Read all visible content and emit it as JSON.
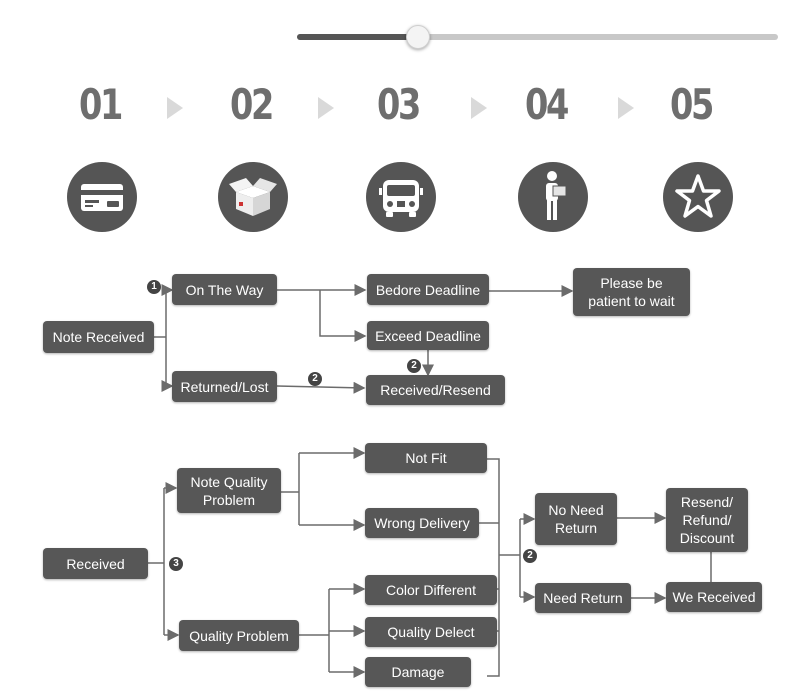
{
  "slider": {
    "value_fraction": 0.25
  },
  "steps": [
    {
      "number": "01",
      "icon": "credit-card-icon"
    },
    {
      "number": "02",
      "icon": "open-box-icon"
    },
    {
      "number": "03",
      "icon": "bus-icon"
    },
    {
      "number": "04",
      "icon": "delivery-person-icon"
    },
    {
      "number": "05",
      "icon": "star-icon"
    }
  ],
  "flow1": {
    "note_received": "Note Received",
    "on_the_way": "On The Way",
    "returned_lost": "Returned/Lost",
    "before_deadline": "Bedore Deadline",
    "exceed_deadline": "Exceed Deadline",
    "received_resend": "Received/Resend",
    "please_wait": "Please be\npatient to wait",
    "badge_1": "1",
    "badge_2a": "2",
    "badge_2b": "2"
  },
  "flow2": {
    "received": "Received",
    "note_quality_problem": "Note Quality\nProblem",
    "quality_problem": "Quality Problem",
    "not_fit": "Not Fit",
    "wrong_delivery": "Wrong Delivery",
    "color_different": "Color Different",
    "quality_defect": "Quality Delect",
    "damage": "Damage",
    "no_need_return": "No Need\nReturn",
    "need_return": "Need Return",
    "resend_refund_discount": "Resend/\nRefund/\nDiscount",
    "we_received": "We Received",
    "badge_3": "3",
    "badge_2": "2"
  },
  "colors": {
    "node": "#575757",
    "line": "#6b6b6b",
    "step_number": "#6e6e6e",
    "arrow": "#d9d9d9"
  }
}
